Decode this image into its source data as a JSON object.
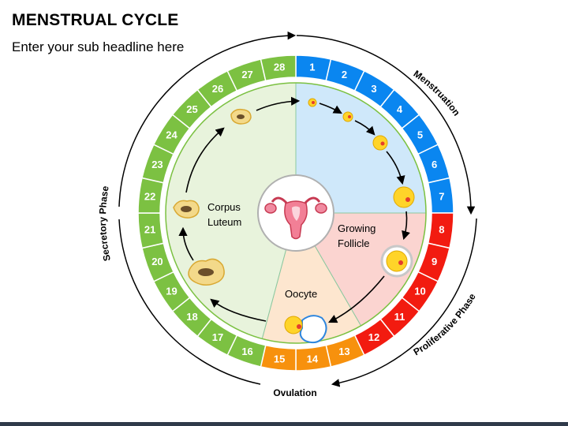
{
  "title": "MENSTRUAL CYCLE",
  "subtitle": "Enter your sub headline here",
  "days": [
    "1",
    "2",
    "3",
    "4",
    "5",
    "6",
    "7",
    "8",
    "9",
    "10",
    "11",
    "12",
    "13",
    "14",
    "15",
    "16",
    "17",
    "18",
    "19",
    "20",
    "21",
    "22",
    "23",
    "24",
    "25",
    "26",
    "27",
    "28"
  ],
  "phases": {
    "menstruation": "Menstruation",
    "proliferative": "Proliferative Phase",
    "ovulation": "Ovulation",
    "secretory": "Secretory Phase"
  },
  "labels": {
    "corpus_luteum_line1": "Corpus",
    "corpus_luteum_line2": "Luteum",
    "growing_follicle_line1": "Growing",
    "growing_follicle_line2": "Follicle",
    "oocyte": "Oocyte"
  },
  "colors": {
    "menstruation": "#0a86f0",
    "proliferative": "#f21b10",
    "ovulation": "#f7910d",
    "secretory": "#7cc142",
    "menstruation_sector": "#cfe8fa",
    "proliferative_sector": "#fbd4d0",
    "ovulation_sector": "#fde6cf",
    "secretory_sector": "#e8f3dc",
    "egg": "#ffd429",
    "corpus": "#f3d98a"
  },
  "icons": {
    "center": "uterus-icon",
    "cycle": "cycle-arrow-icon"
  }
}
